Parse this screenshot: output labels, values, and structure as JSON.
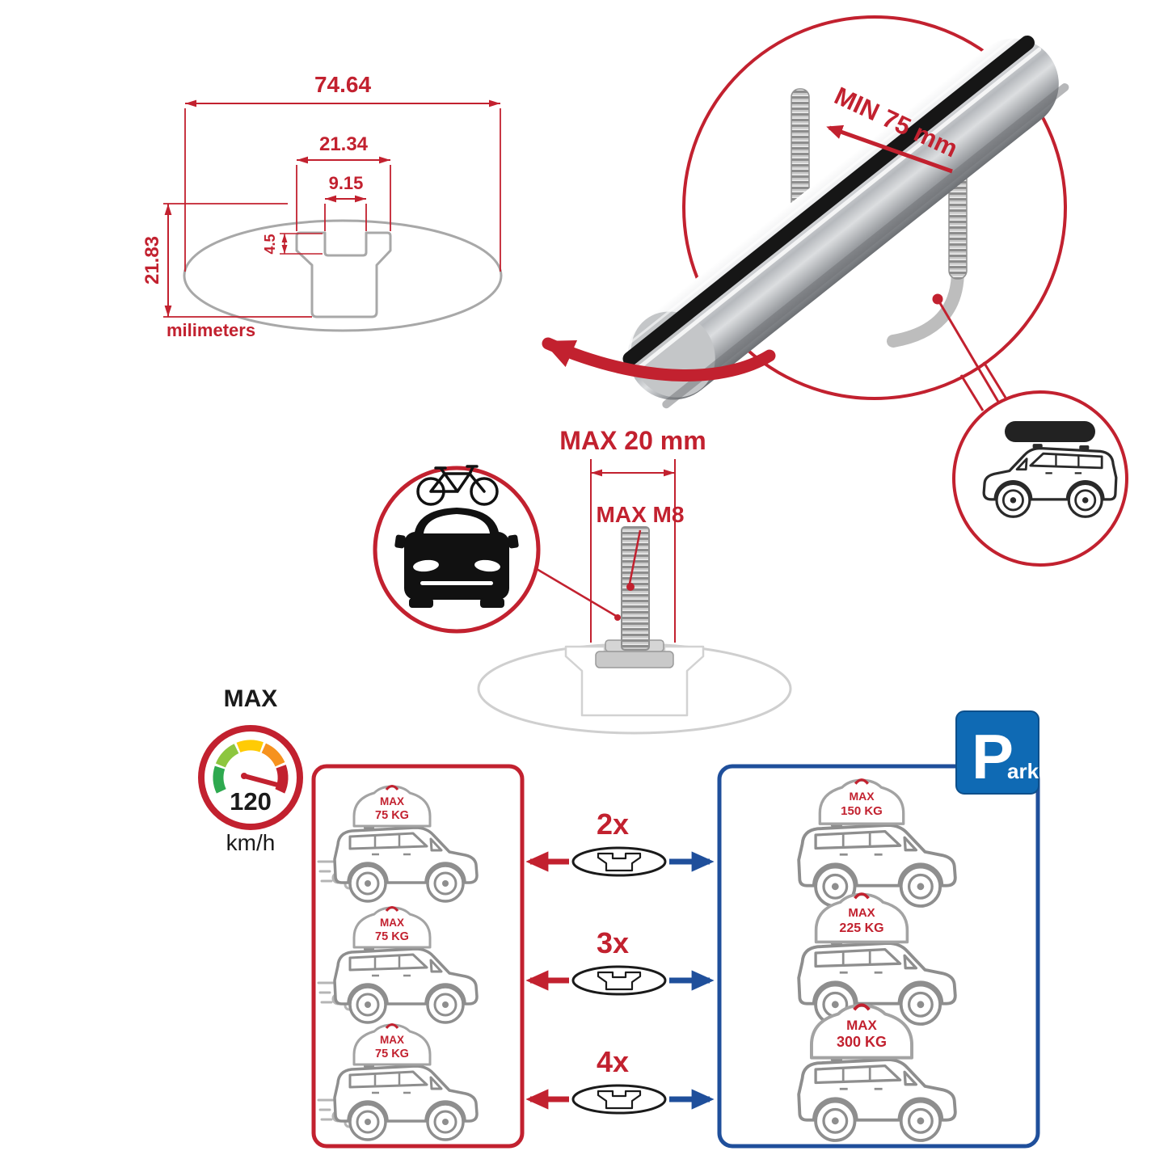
{
  "colors": {
    "red": "#C2212F",
    "blue": "#1F4F9B",
    "park_blue": "#0F6AB4",
    "gray_line": "#A8A8A8",
    "black": "#1A1A1A"
  },
  "cross_section": {
    "total_width": "74.64",
    "upper_width": "21.34",
    "slot_width": "9.15",
    "slot_depth": "4.5",
    "total_height": "21.83",
    "units_label": "milimeters"
  },
  "bar_callout": {
    "min_spacing": "MIN 75 mm"
  },
  "bolt_callout": {
    "max_length": "MAX 20 mm",
    "max_thread": "MAX M8"
  },
  "speed_limit": {
    "label": "MAX",
    "value": "120",
    "unit": "km/h"
  },
  "load_panel_red": {
    "cars": [
      {
        "line1": "MAX",
        "line2": "75 KG"
      },
      {
        "line1": "MAX",
        "line2": "75 KG"
      },
      {
        "line1": "MAX",
        "line2": "75 KG"
      }
    ]
  },
  "bar_counts": [
    {
      "label": "2x"
    },
    {
      "label": "3x"
    },
    {
      "label": "4x"
    }
  ],
  "load_panel_blue": {
    "cars": [
      {
        "line1": "MAX",
        "line2": "150 KG"
      },
      {
        "line1": "MAX",
        "line2": "225 KG"
      },
      {
        "line1": "MAX",
        "line2": "300 KG"
      }
    ]
  },
  "park_sign": {
    "letter": "P",
    "suffix": "ark"
  }
}
